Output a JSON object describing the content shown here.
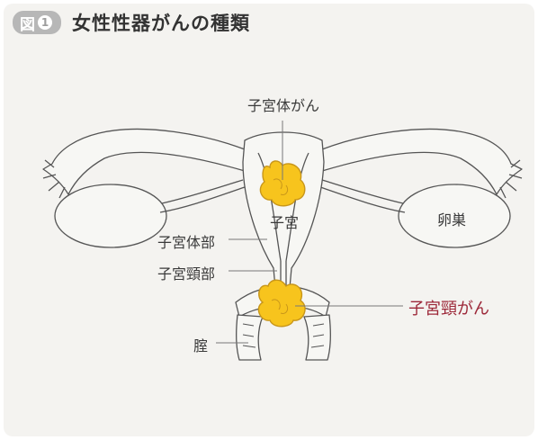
{
  "header": {
    "badge_text": "図",
    "badge_number": "1",
    "title": "女性性器がんの種類"
  },
  "labels": {
    "uterine_body_cancer": "子宮体がん",
    "uterus": "子宮",
    "ovary": "卵巣",
    "uterine_body": "子宮体部",
    "cervix": "子宮頸部",
    "cervical_cancer": "子宮頸がん",
    "vagina": "腟"
  },
  "colors": {
    "tumor": "#f7c41d",
    "highlight_label": "#9c2738",
    "organ_fill": "#f7f7f4",
    "outline": "#555555"
  }
}
